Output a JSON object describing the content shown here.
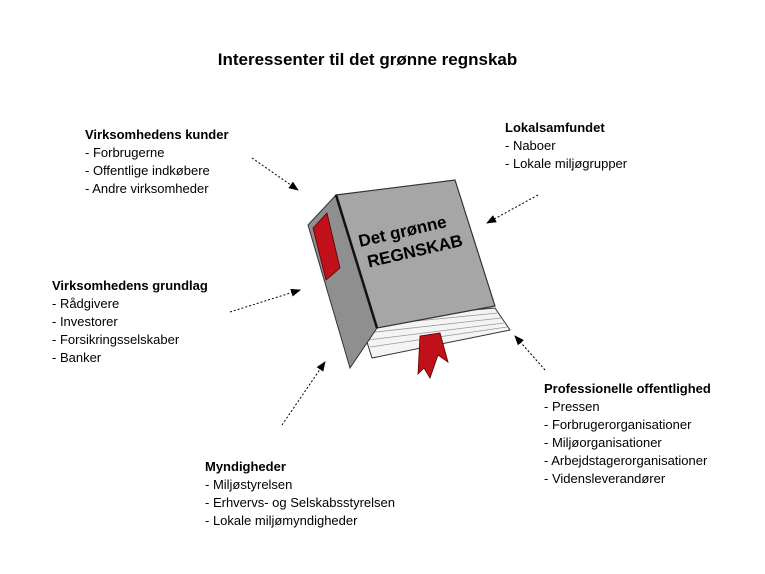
{
  "title": "Interessenter til det grønne regnskab",
  "book": {
    "line1": "Det grønne",
    "line2": "REGNSKAB",
    "cover_color": "#a6a6a6",
    "ribbon_color": "#c0101a"
  },
  "groups": {
    "kunder": {
      "heading": "Virksomhedens kunder",
      "items": [
        "- Forbrugerne",
        "- Offentlige indkøbere",
        "- Andre virksomheder"
      ]
    },
    "lokal": {
      "heading": "Lokalsamfundet",
      "items": [
        "- Naboer",
        "- Lokale miljøgrupper"
      ]
    },
    "grundlag": {
      "heading": "Virksomhedens grundlag",
      "items": [
        "- Rådgivere",
        "- Investorer",
        "- Forsikringsselskaber",
        "- Banker"
      ]
    },
    "profession": {
      "heading": "Professionelle offentlighed",
      "items": [
        "- Pressen",
        "- Forbrugerorganisationer",
        "- Miljøorganisationer",
        "- Arbejdstagerorganisationer",
        "- Vidensleverandører"
      ]
    },
    "myndigheder": {
      "heading": "Myndigheder",
      "items": [
        "- Miljøstyrelsen",
        "- Erhvervs- og Selskabsstyrelsen",
        "- Lokale miljømyndigheder"
      ]
    }
  }
}
